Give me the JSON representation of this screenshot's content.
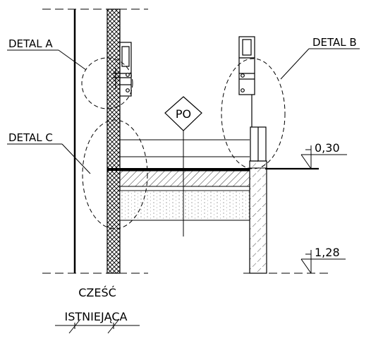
{
  "labels": {
    "detal_a": "DETAL A",
    "detal_b": "DETAL B",
    "detal_c": "DETAL C",
    "marker_po": "PO",
    "level_upper": "0,30",
    "level_lower": "1,28",
    "existing_part_line1": "CZEŚĆ",
    "existing_part_line2": "ISTNIEJĄCA"
  },
  "colors": {
    "line": "#000000",
    "background": "#ffffff",
    "hatch": "#000000"
  }
}
